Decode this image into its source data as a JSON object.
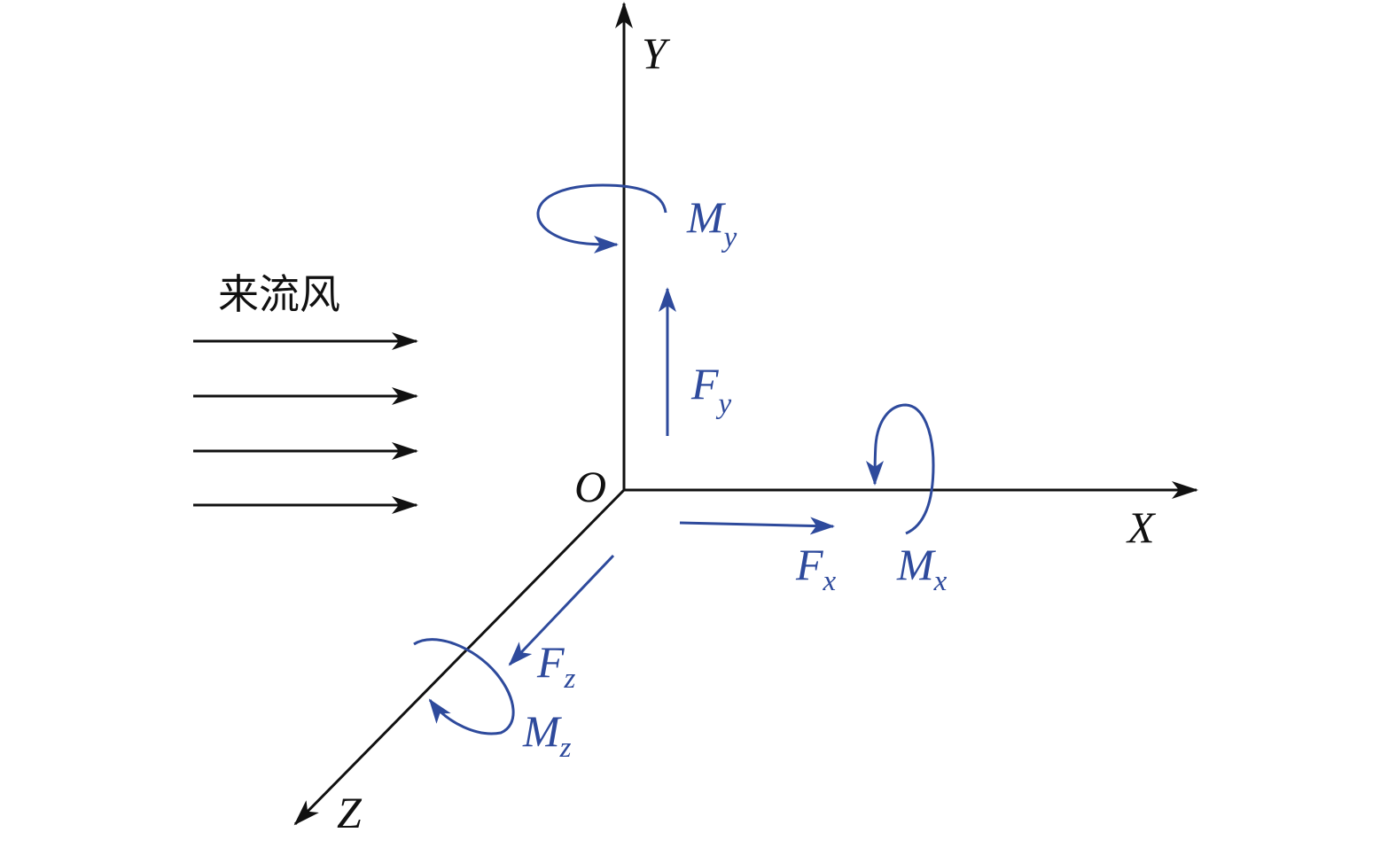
{
  "axes": {
    "x": "X",
    "y": "Y",
    "z": "Z",
    "origin": "O"
  },
  "wind": {
    "label": "来流风"
  },
  "forces": {
    "fx": {
      "main": "F",
      "sub": "x"
    },
    "fy": {
      "main": "F",
      "sub": "y"
    },
    "fz": {
      "main": "F",
      "sub": "z"
    }
  },
  "moments": {
    "mx": {
      "main": "M",
      "sub": "x"
    },
    "my": {
      "main": "M",
      "sub": "y"
    },
    "mz": {
      "main": "M",
      "sub": "z"
    }
  },
  "colors": {
    "axis": "#111111",
    "load": "#2e4a9c"
  }
}
